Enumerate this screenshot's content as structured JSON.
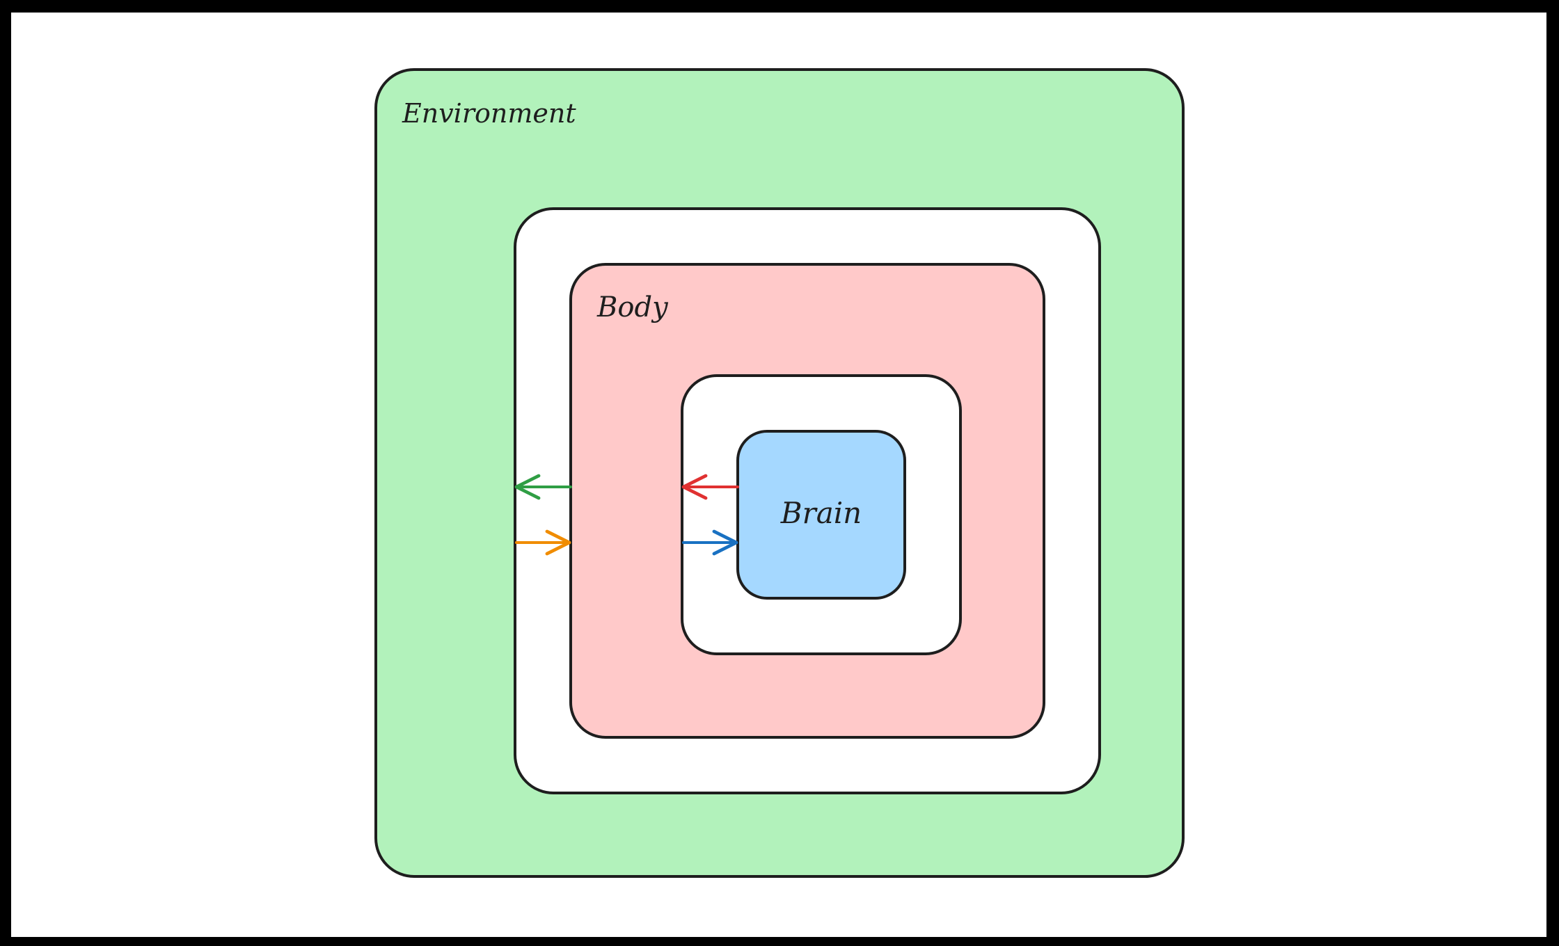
{
  "diagram": {
    "environment": {
      "label": "Environment",
      "fill": "#b2f2bb"
    },
    "body": {
      "label": "Body",
      "fill": "#ffc9c9"
    },
    "brain": {
      "label": "Brain",
      "fill": "#a5d8ff"
    },
    "stroke": "#1e1e1e",
    "arrows": {
      "body_to_environment": {
        "color": "#2f9e44"
      },
      "environment_to_body": {
        "color": "#f08c00"
      },
      "brain_to_body": {
        "color": "#e03131"
      },
      "body_to_brain": {
        "color": "#1971c2"
      }
    }
  }
}
